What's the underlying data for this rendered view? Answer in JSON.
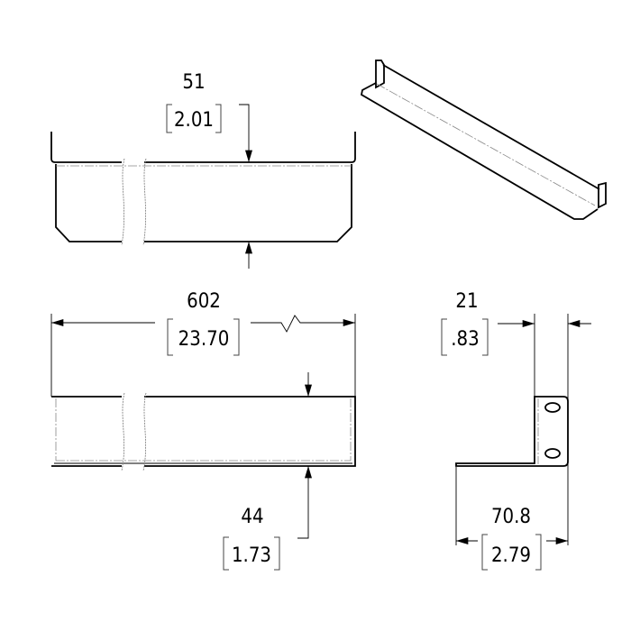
{
  "drawing": {
    "top_view": {
      "dimension_mm": "51",
      "dimension_in": "2.01"
    },
    "front_view": {
      "length_mm": "602",
      "length_in": "23.70",
      "height_mm": "44",
      "height_in": "1.73"
    },
    "side_view": {
      "thickness_mm": "21",
      "thickness_in": ".83",
      "depth_mm": "70.8",
      "depth_in": "2.79"
    },
    "colors": {
      "line": "#000000",
      "centerline": "#888888",
      "background": "#ffffff"
    }
  }
}
